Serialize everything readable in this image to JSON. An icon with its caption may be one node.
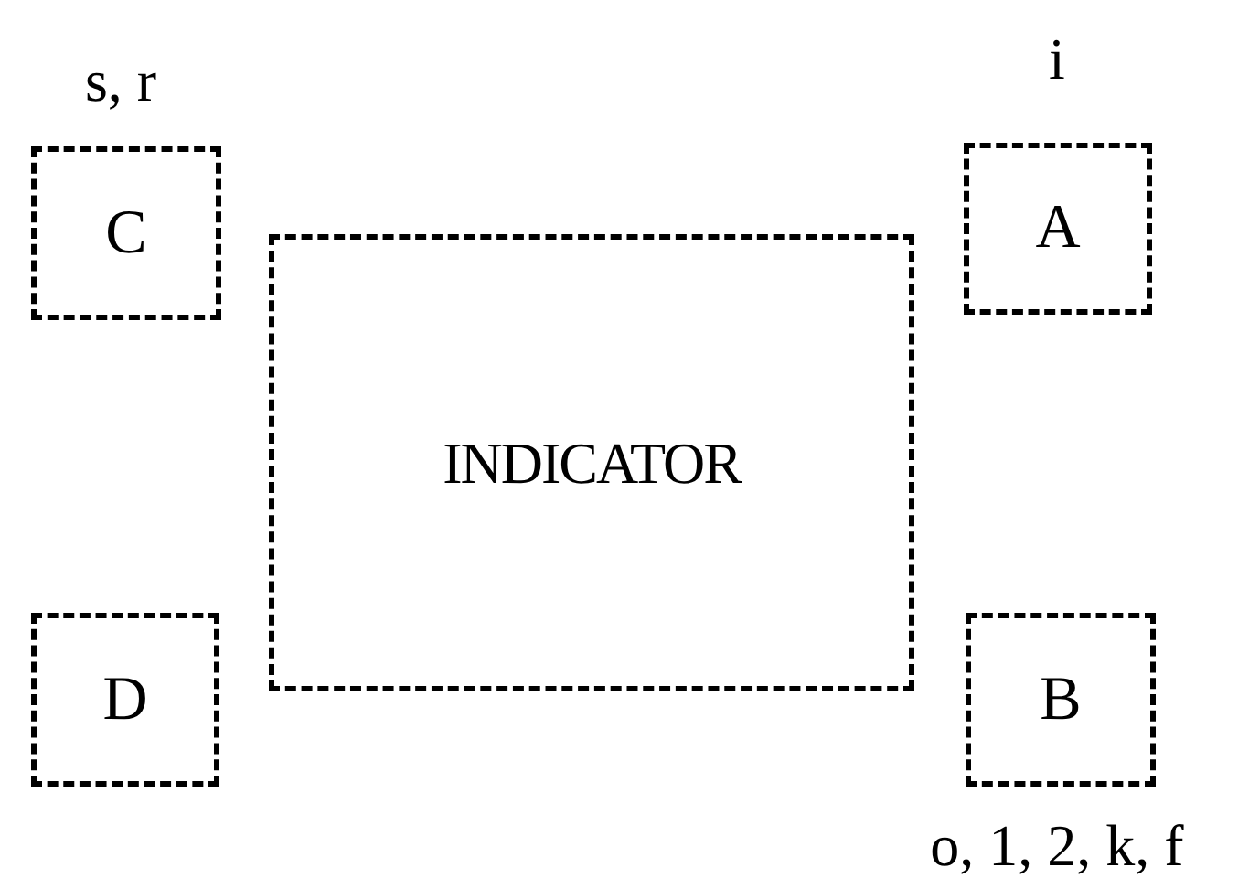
{
  "diagram": {
    "nodes": [
      {
        "text": [
          "C"
        ],
        "beside": [
          "s, r"
        ]
      },
      {
        "text": [
          "A"
        ],
        "beside": [
          "i"
        ]
      },
      {
        "text": [
          "INDICATOR"
        ]
      },
      {
        "text": [
          "D"
        ]
      },
      {
        "text": [
          "B"
        ],
        "beside": [
          "o, 1, 2, k, f"
        ]
      }
    ]
  }
}
